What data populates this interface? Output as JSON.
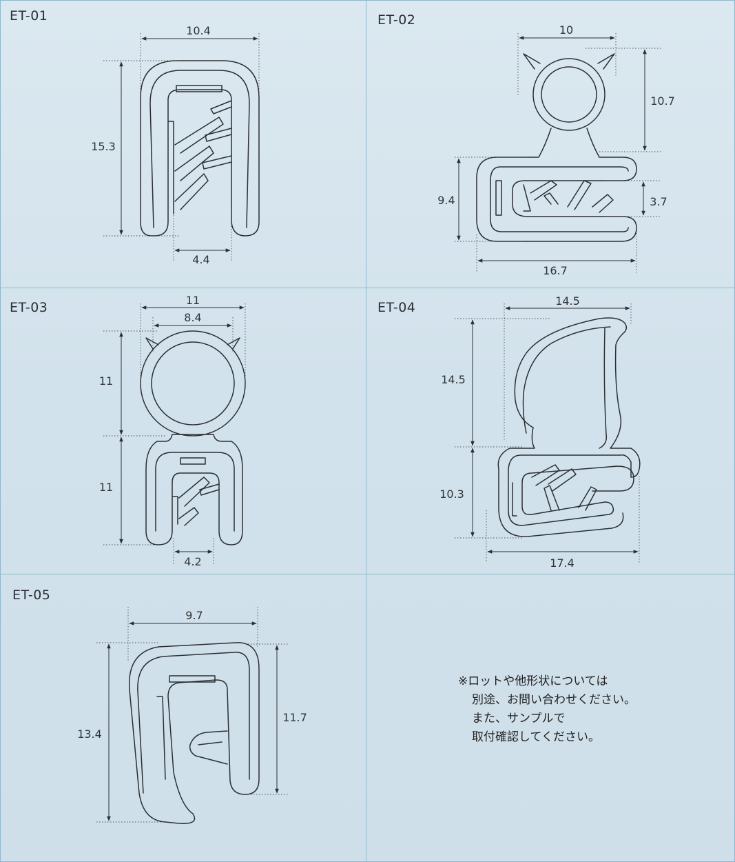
{
  "panels": {
    "et01": {
      "code": "ET-01",
      "dims": {
        "top_width": "10.4",
        "height": "15.3",
        "gap": "4.4"
      }
    },
    "et02": {
      "code": "ET-02",
      "dims": {
        "bulb_width": "10",
        "bulb_height": "10.7",
        "clip_height": "9.4",
        "gap": "3.7",
        "total_width": "16.7"
      }
    },
    "et03": {
      "code": "ET-03",
      "dims": {
        "outer_width": "11",
        "inner_width": "8.4",
        "bulb_height": "11",
        "clip_height": "11",
        "gap": "4.2"
      }
    },
    "et04": {
      "code": "ET-04",
      "dims": {
        "top_width": "14.5",
        "lip_height": "14.5",
        "clip_height": "10.3",
        "total_width": "17.4"
      }
    },
    "et05": {
      "code": "ET-05",
      "dims": {
        "top_width": "9.7",
        "height": "13.4",
        "inner_height": "11.7"
      }
    }
  },
  "note": {
    "lines": [
      "※ロットや他形状については",
      "別途、お問い合わせください。",
      "また、サンプルで",
      "取付確認してください。"
    ]
  },
  "colors": {
    "line": "#2b2f33",
    "grid": "#8fb7cb",
    "background": "#d4e3ec"
  }
}
